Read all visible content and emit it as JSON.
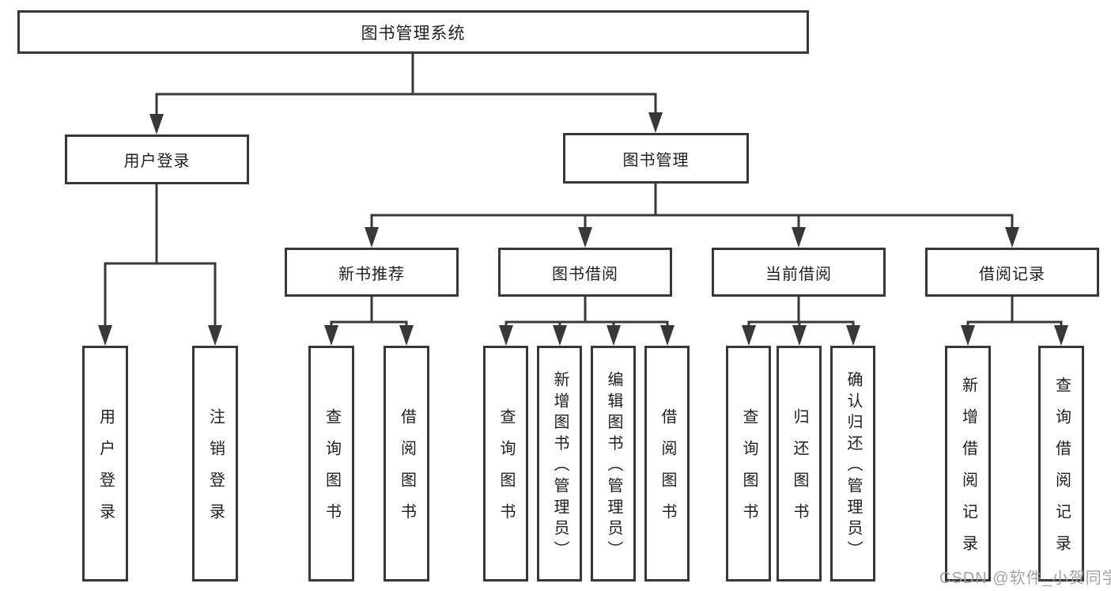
{
  "colors": {
    "line": "#383838",
    "node_border": "#383838",
    "node_fill": "#ffffff",
    "text": "#1f1f1f",
    "watermark": "#9e9e9e",
    "background": "#ffffff"
  },
  "tree": {
    "root": {
      "label": "图书管理系统"
    },
    "level1": [
      {
        "label": "用户登录"
      },
      {
        "label": "图书管理"
      }
    ],
    "level2": [
      {
        "label": "新书推荐"
      },
      {
        "label": "图书借阅"
      },
      {
        "label": "当前借阅"
      },
      {
        "label": "借阅记录"
      }
    ],
    "leaves": {
      "user_login": [
        "用户登录",
        "注销登录"
      ],
      "new_book_recommend": [
        "查询图书",
        "借阅图书"
      ],
      "book_borrow": [
        "查询图书",
        "新增图书（管理员）",
        "编辑图书（管理员）",
        "借阅图书"
      ],
      "current_borrow": [
        "查询图书",
        "归还图书",
        "确认归还（管理员）"
      ],
      "borrow_records": [
        "新增借阅记录",
        "查询借阅记录"
      ]
    }
  },
  "watermark": {
    "text": "CSDN @软件_小贺同学"
  }
}
